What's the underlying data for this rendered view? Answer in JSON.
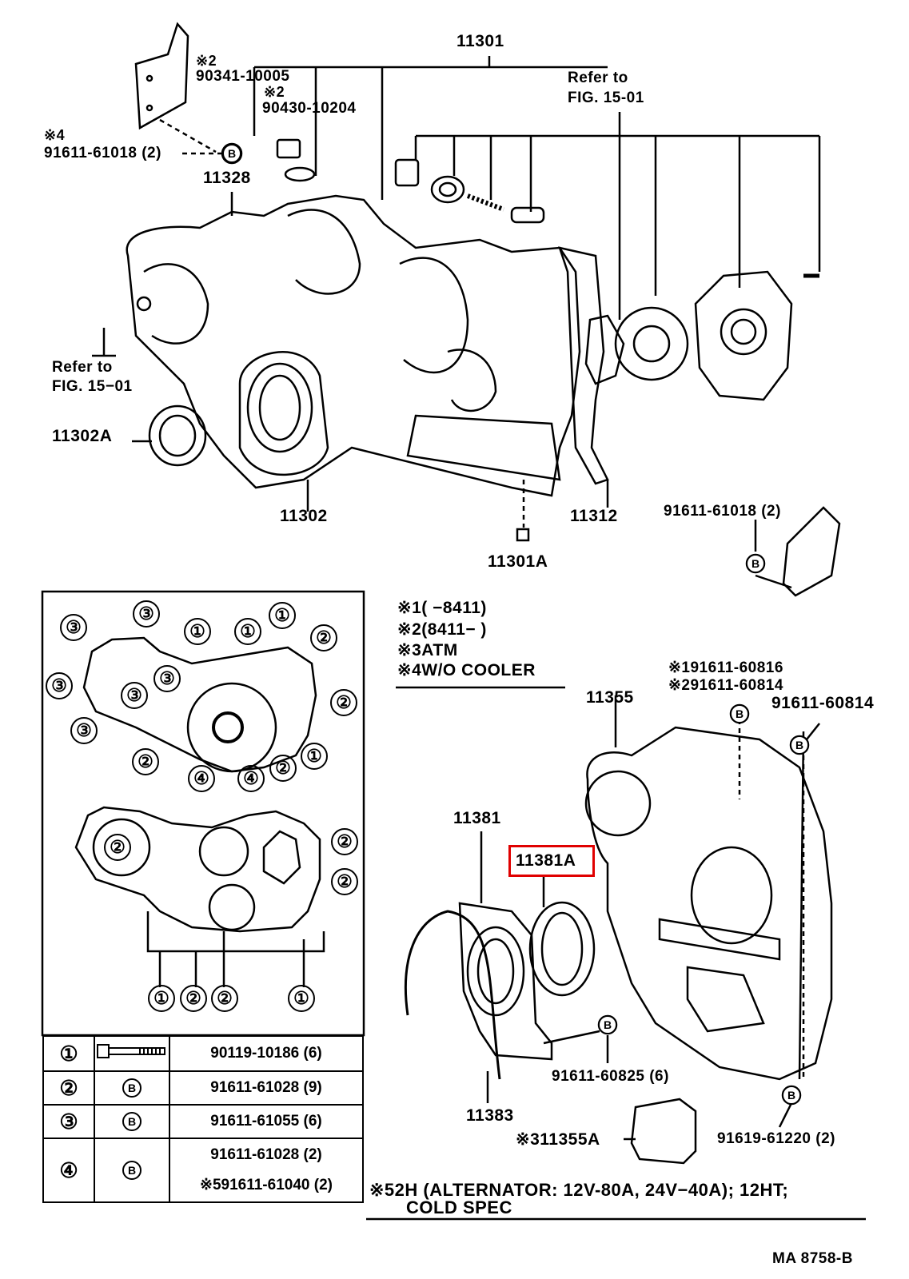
{
  "top": {
    "part_11301": "11301",
    "note2_a": "※2",
    "part_90341": "90341-10005",
    "note2_b": "※2",
    "part_90430": "90430-10204",
    "note4": "※4",
    "part_91611_61018_top": "91611-61018 (2)",
    "part_11328": "11328",
    "refer_to_1": "Refer to",
    "fig_1": "FIG. 15-01",
    "refer_to_2": "Refer to",
    "fig_2": "FIG. 15−01",
    "part_11302A": "11302A",
    "part_11302": "11302",
    "part_11312": "11312",
    "part_11301A": "11301A",
    "part_91611_61018_right": "91611-61018 (2)"
  },
  "notes": {
    "n1": "※1(        −8411)",
    "n2": "※2(8411−        )",
    "n3": "※3ATM",
    "n4": "※4W/O COOLER"
  },
  "rear": {
    "n1_part": "※191611-60816",
    "n2_part": "※291611-60814",
    "part_11355": "11355",
    "part_91611_60814": "91611-60814",
    "part_11381": "11381",
    "part_11381A": "11381A",
    "part_91611_60825": "91611-60825 (6)",
    "part_11383": "11383",
    "part_11355A": "※311355A",
    "part_91619": "91619-61220 (2)"
  },
  "footer": {
    "spec_line1": "※52H (ALTERNATOR:  12V-80A, 24V−40A); 12HT;",
    "spec_line2": "COLD  SPEC",
    "code": "MA  8758-B"
  },
  "bolt_markers": {
    "one": "①",
    "two": "②",
    "three": "③",
    "four": "④",
    "b": "B"
  },
  "legend": [
    {
      "key": "①",
      "part": "90119-10186 (6)"
    },
    {
      "key": "②",
      "part": "91611-61028 (9)"
    },
    {
      "key": "③",
      "part": "91611-61055 (6)"
    },
    {
      "key": "④",
      "part_a": "91611-61028 (2)",
      "part_b": "※591611-61040 (2)"
    }
  ]
}
